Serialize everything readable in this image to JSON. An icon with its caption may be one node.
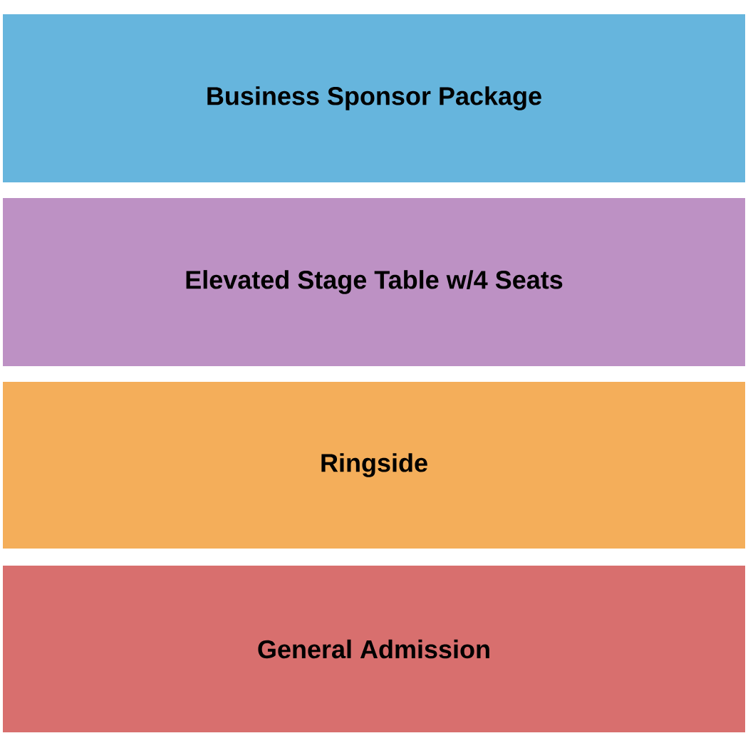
{
  "diagram": {
    "nodes": [
      {
        "text": [
          "Business Sponsor Package"
        ]
      },
      {
        "text": [
          "Elevated Stage Table w/4 Seats"
        ]
      },
      {
        "text": [
          "Ringside"
        ]
      },
      {
        "text": [
          "General Admission"
        ]
      }
    ]
  }
}
